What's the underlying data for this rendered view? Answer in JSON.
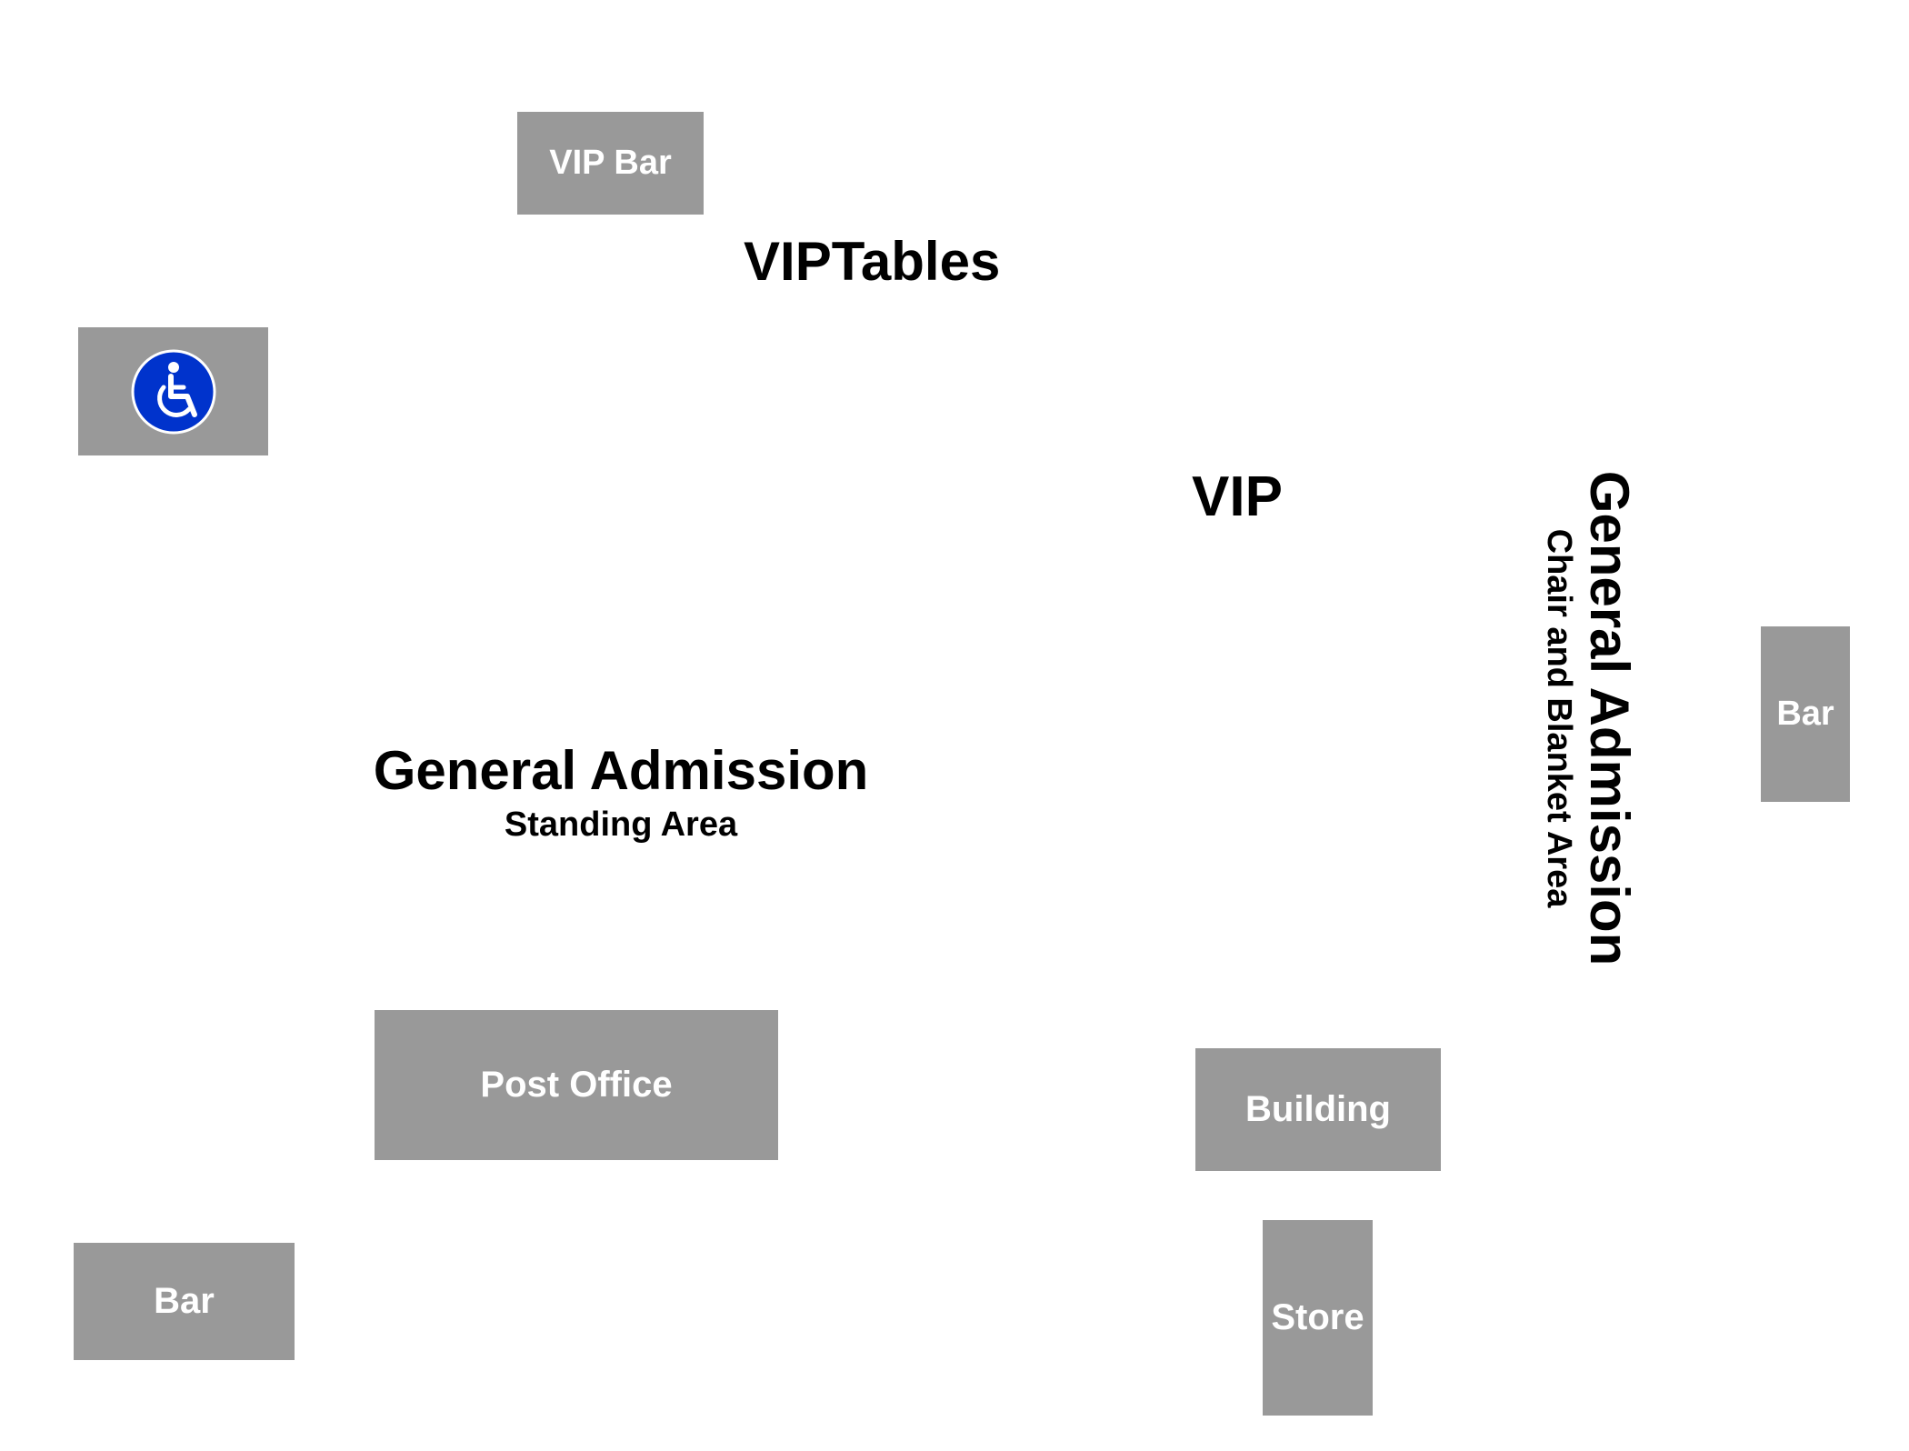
{
  "map": {
    "background_color": "#ffffff",
    "block_color": "#999999",
    "block_text_color": "#ffffff",
    "accessible_icon_color": "#0033cc",
    "facilities": {
      "vip_bar": "VIP Bar",
      "post_office": "Post Office",
      "bar_left": "Bar",
      "bar_right": "Bar",
      "building": "Building",
      "store": "Store",
      "accessible": {
        "icon": "wheelchair-accessibility-icon"
      }
    },
    "areas": {
      "vip_tables": "VIPTables",
      "vip": "VIP",
      "ga_standing": {
        "title": "General Admission",
        "subtitle": "Standing Area"
      },
      "ga_chair": {
        "title": "General Admission",
        "subtitle": "Chair and Blanket Area"
      }
    }
  }
}
